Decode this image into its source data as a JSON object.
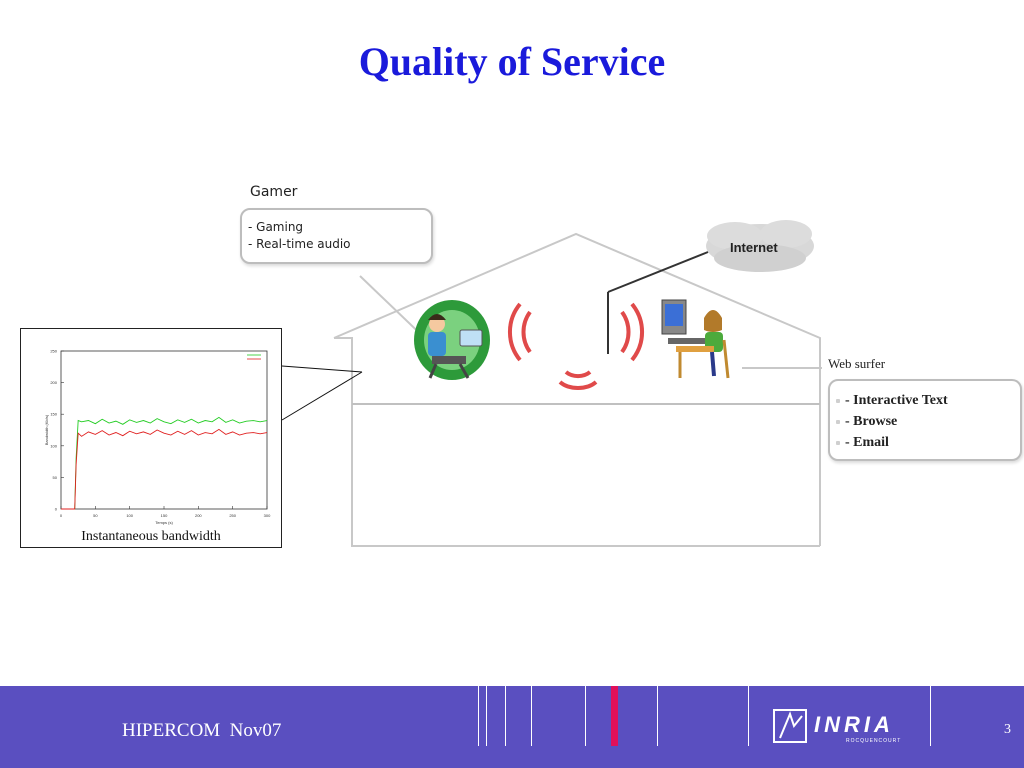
{
  "slide": {
    "title": "Quality of Service"
  },
  "gamer": {
    "label": "Gamer",
    "items": [
      "- Gaming",
      "- Real-time audio"
    ]
  },
  "internet": {
    "label": "Internet"
  },
  "web_surfer": {
    "label": "Web surfer",
    "items": [
      "- Interactive Text",
      "- Browse",
      "- Email"
    ]
  },
  "chart": {
    "caption": "Instantaneous bandwidth"
  },
  "chart_data": {
    "type": "line",
    "title": "",
    "xlabel": "Temps (s)",
    "ylabel": "Bandwidth (Kb/s)",
    "xlim": [
      0,
      300
    ],
    "ylim": [
      0,
      250
    ],
    "xticks": [
      0,
      50,
      100,
      150,
      200,
      250,
      300
    ],
    "yticks": [
      0,
      50,
      100,
      150,
      200,
      250
    ],
    "legend": "top-right",
    "grid": false,
    "series": [
      {
        "color": "#22cc22",
        "x": [
          0,
          20,
          22,
          25,
          30,
          40,
          50,
          60,
          70,
          80,
          90,
          100,
          110,
          120,
          130,
          140,
          150,
          160,
          170,
          180,
          190,
          200,
          210,
          220,
          230,
          240,
          250,
          260,
          270,
          280,
          290,
          300
        ],
        "values": [
          0,
          0,
          80,
          140,
          138,
          140,
          135,
          142,
          136,
          139,
          134,
          141,
          137,
          140,
          136,
          143,
          138,
          135,
          141,
          137,
          142,
          136,
          140,
          138,
          145,
          137,
          141,
          136,
          139,
          140,
          138,
          140
        ]
      },
      {
        "color": "#e02020",
        "x": [
          0,
          20,
          22,
          25,
          30,
          40,
          50,
          60,
          70,
          80,
          90,
          100,
          110,
          120,
          130,
          140,
          150,
          160,
          170,
          180,
          190,
          200,
          210,
          220,
          230,
          240,
          250,
          260,
          270,
          280,
          290,
          300
        ],
        "values": [
          0,
          0,
          70,
          120,
          115,
          122,
          118,
          124,
          117,
          121,
          116,
          123,
          119,
          122,
          118,
          125,
          120,
          117,
          123,
          118,
          124,
          117,
          121,
          119,
          126,
          118,
          122,
          117,
          120,
          121,
          119,
          121
        ]
      }
    ]
  },
  "footer": {
    "text": "HIPERCOM  Nov07",
    "page_number": "3",
    "logo_text": "INRIA",
    "logo_sub": "ROCQUENCOURT"
  },
  "colors": {
    "title": "#1a1adb",
    "footer_bg": "#5a4fc0",
    "accent_red": "#e0105a"
  }
}
